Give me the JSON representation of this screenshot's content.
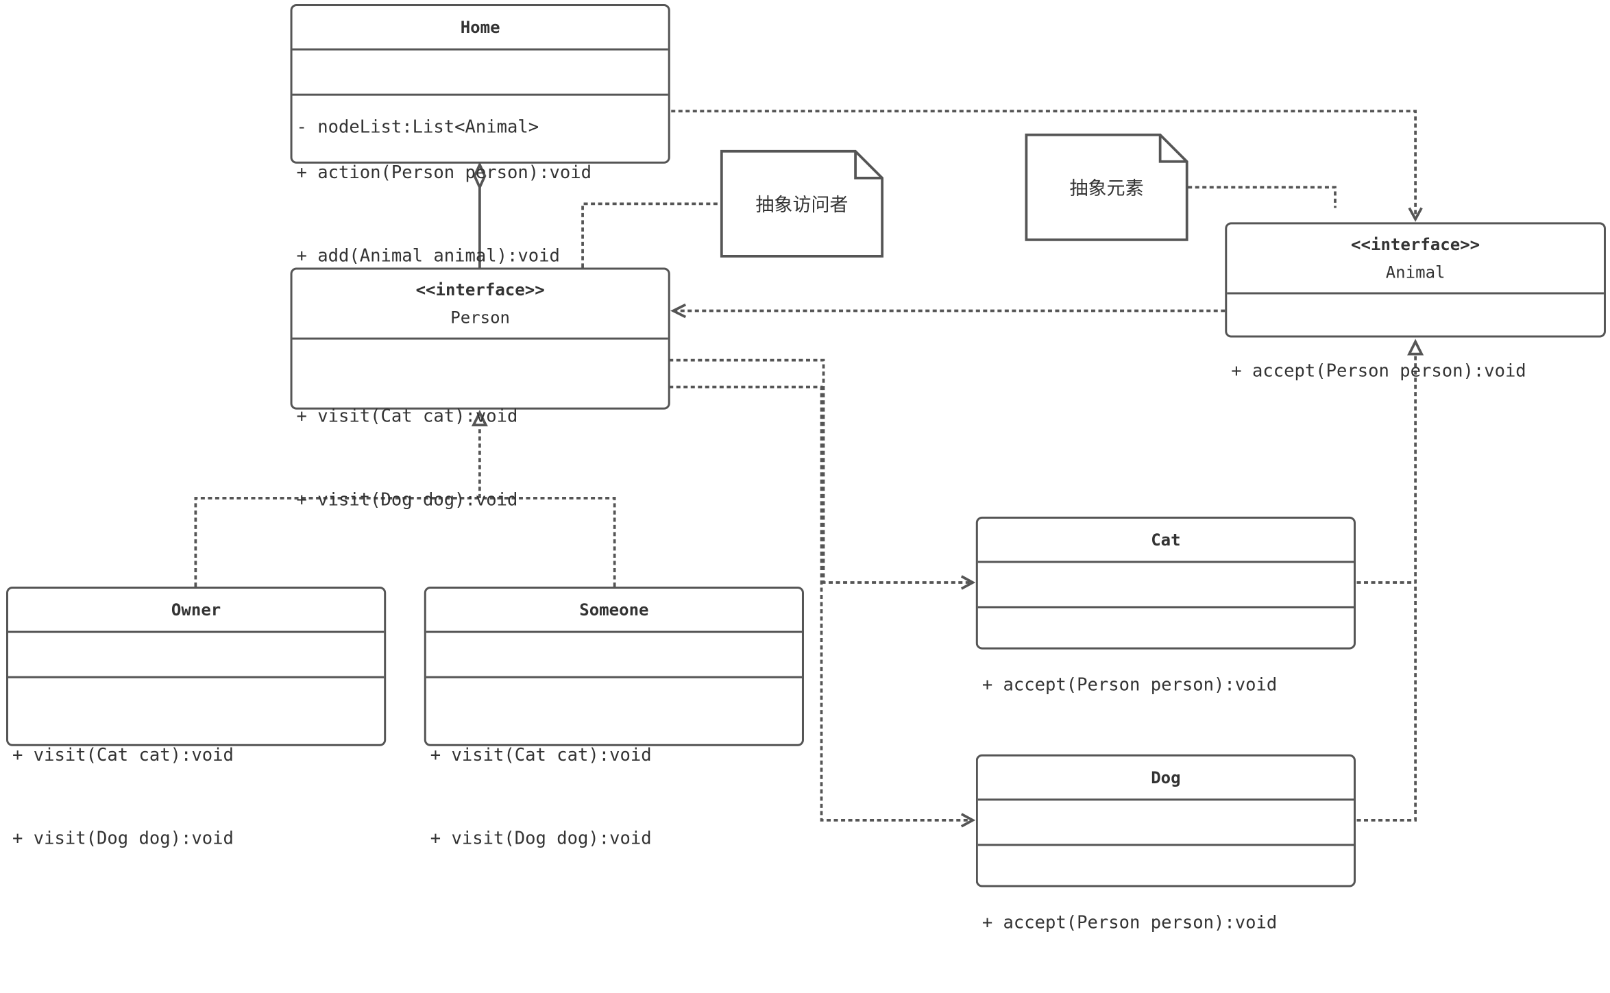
{
  "diagram": {
    "classes": {
      "home": {
        "name": "Home",
        "attributes": [
          "- nodeList:List<Animal>"
        ],
        "methods": [
          "+ action(Person person):void",
          "+ add(Animal animal):void"
        ]
      },
      "person": {
        "stereotype": "<<interface>>",
        "name": "Person",
        "methods": [
          "+ visit(Cat cat):void",
          "+ visit(Dog dog):void"
        ]
      },
      "animal": {
        "stereotype": "<<interface>>",
        "name": "Animal",
        "methods": [
          "+ accept(Person person):void"
        ]
      },
      "owner": {
        "name": "Owner",
        "methods": [
          "+ visit(Cat cat):void",
          "+ visit(Dog dog):void"
        ]
      },
      "someone": {
        "name": "Someone",
        "methods": [
          "+ visit(Cat cat):void",
          "+ visit(Dog dog):void"
        ]
      },
      "cat": {
        "name": "Cat",
        "methods": [
          "+ accept(Person person):void"
        ]
      },
      "dog": {
        "name": "Dog",
        "methods": [
          "+ accept(Person person):void"
        ]
      }
    },
    "notes": {
      "abstract_visitor": "抽象访问者",
      "abstract_element": "抽象元素"
    },
    "relations": [
      {
        "from": "Person",
        "to": "Home",
        "type": "aggregation"
      },
      {
        "from": "Owner",
        "to": "Person",
        "type": "realization"
      },
      {
        "from": "Someone",
        "to": "Person",
        "type": "realization"
      },
      {
        "from": "Cat",
        "to": "Animal",
        "type": "realization"
      },
      {
        "from": "Dog",
        "to": "Animal",
        "type": "realization"
      },
      {
        "from": "Home",
        "to": "Animal",
        "type": "dependency"
      },
      {
        "from": "Animal",
        "to": "Person",
        "type": "dependency"
      },
      {
        "from": "Person",
        "to": "Cat",
        "type": "dependency"
      },
      {
        "from": "Person",
        "to": "Dog",
        "type": "dependency"
      },
      {
        "from": "抽象访问者",
        "to": "Person",
        "type": "note-link"
      },
      {
        "from": "抽象元素",
        "to": "Animal",
        "type": "note-link"
      }
    ],
    "colors": {
      "line": "#555555",
      "text": "#333333",
      "background": "#ffffff"
    }
  }
}
